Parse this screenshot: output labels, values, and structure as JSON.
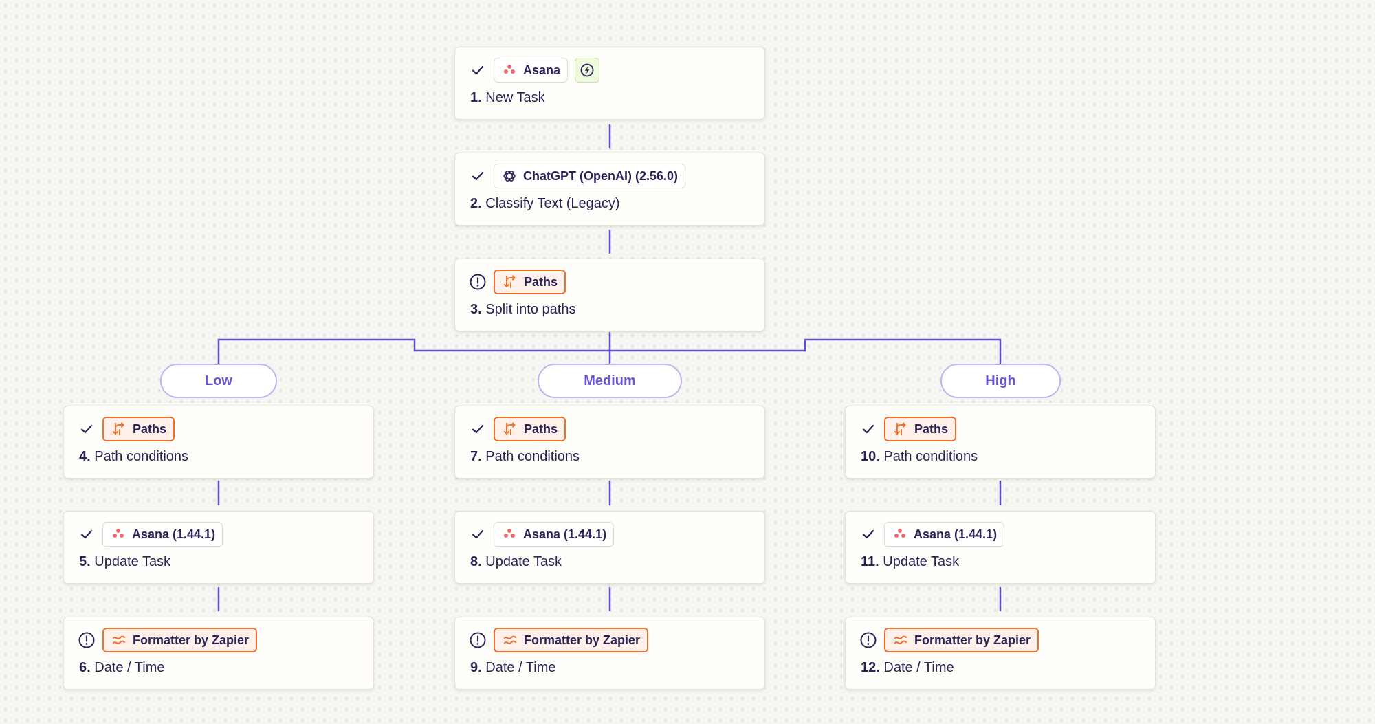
{
  "colors": {
    "canvas_bg": "#f6f5f1",
    "connector": "#5b4fd0",
    "accent_orange": "#f0702e",
    "branch_text": "#6757d6",
    "text": "#2b2358"
  },
  "steps": [
    {
      "num": "1.",
      "title": "New Task",
      "status_icon": "check-icon",
      "app_label": "Asana",
      "app_icon": "asana-icon",
      "badge_icon": "trigger-lightning-icon"
    },
    {
      "num": "2.",
      "title": "Classify Text (Legacy)",
      "status_icon": "check-icon",
      "app_label": "ChatGPT (OpenAI) (2.56.0)",
      "app_icon": "openai-icon"
    },
    {
      "num": "3.",
      "title": "Split into paths",
      "status_icon": "alert-icon",
      "app_label": "Paths",
      "app_icon": "paths-icon"
    },
    {
      "num": "4.",
      "title": "Path conditions",
      "status_icon": "check-icon",
      "app_label": "Paths",
      "app_icon": "paths-icon"
    },
    {
      "num": "5.",
      "title": "Update Task",
      "status_icon": "check-icon",
      "app_label": "Asana (1.44.1)",
      "app_icon": "asana-icon"
    },
    {
      "num": "6.",
      "title": "Date / Time",
      "status_icon": "alert-icon",
      "app_label": "Formatter by Zapier",
      "app_icon": "formatter-icon"
    },
    {
      "num": "7.",
      "title": "Path conditions",
      "status_icon": "check-icon",
      "app_label": "Paths",
      "app_icon": "paths-icon"
    },
    {
      "num": "8.",
      "title": "Update Task",
      "status_icon": "check-icon",
      "app_label": "Asana (1.44.1)",
      "app_icon": "asana-icon"
    },
    {
      "num": "9.",
      "title": "Date / Time",
      "status_icon": "alert-icon",
      "app_label": "Formatter by Zapier",
      "app_icon": "formatter-icon"
    },
    {
      "num": "10.",
      "title": "Path conditions",
      "status_icon": "check-icon",
      "app_label": "Paths",
      "app_icon": "paths-icon"
    },
    {
      "num": "11.",
      "title": "Update Task",
      "status_icon": "check-icon",
      "app_label": "Asana (1.44.1)",
      "app_icon": "asana-icon"
    },
    {
      "num": "12.",
      "title": "Date / Time",
      "status_icon": "alert-icon",
      "app_label": "Formatter by Zapier",
      "app_icon": "formatter-icon"
    }
  ],
  "branches": [
    {
      "label": "Low",
      "steps": [
        "4.",
        "5.",
        "6."
      ]
    },
    {
      "label": "Medium",
      "steps": [
        "7.",
        "8.",
        "9."
      ]
    },
    {
      "label": "High",
      "steps": [
        "10.",
        "11.",
        "12."
      ]
    }
  ]
}
